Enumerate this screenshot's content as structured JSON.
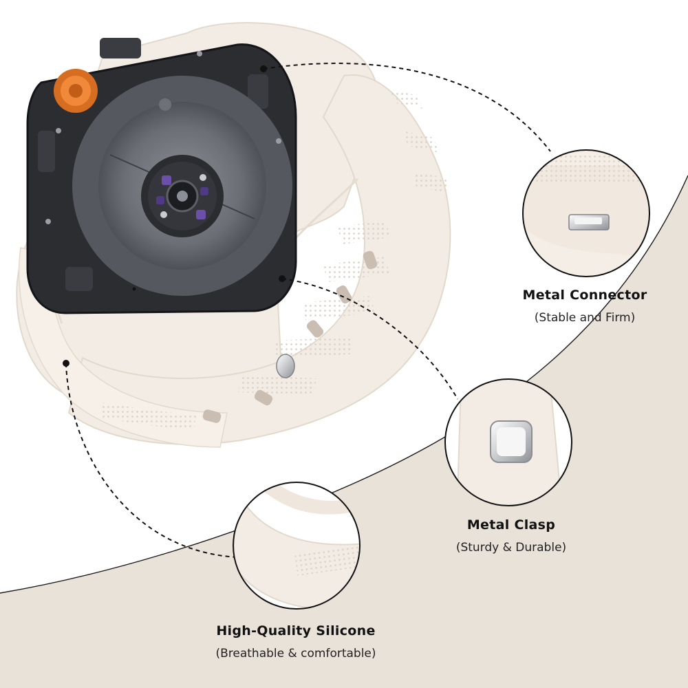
{
  "features": [
    {
      "title": "Metal Connector",
      "subtitle": "(Stable and Firm)"
    },
    {
      "title": "Metal Clasp",
      "subtitle": "(Sturdy & Durable)"
    },
    {
      "title": "High-Quality Silicone",
      "subtitle": "(Breathable & comfortable)"
    }
  ],
  "colors": {
    "background_curve": "#e9e2d9",
    "band": "#f3ece4",
    "watch_case": "#2b2d31",
    "crown_accent": "#e07a2c",
    "callout_ring": "#111111"
  }
}
